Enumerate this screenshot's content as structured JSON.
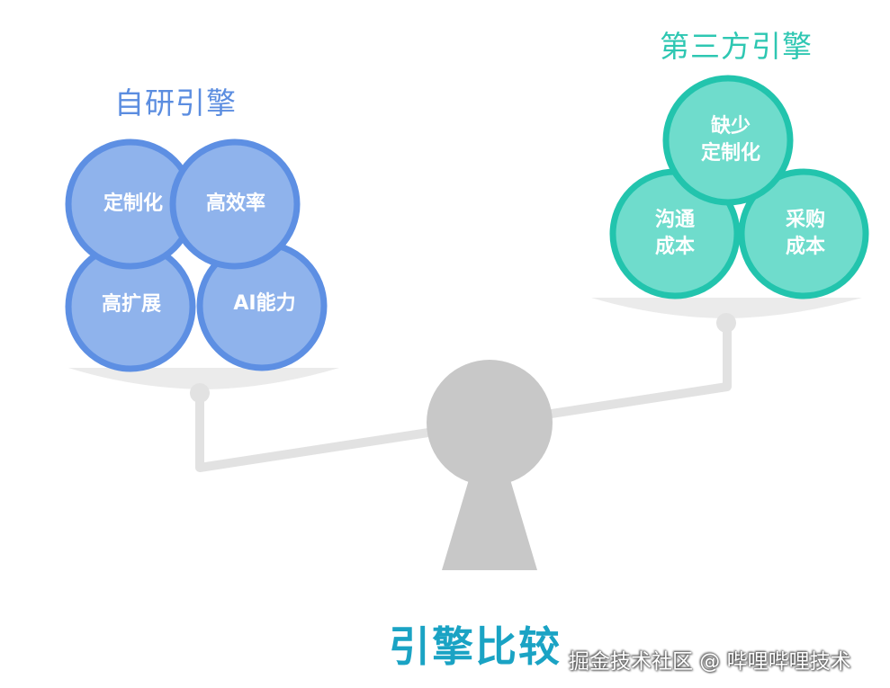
{
  "colors": {
    "self_fill": "#8fb3ec",
    "self_stroke": "#5d8fe3",
    "self_title": "#5b8de0",
    "third_fill": "#6fdccc",
    "third_stroke": "#22c4ad",
    "third_title": "#2ec7b2",
    "scale_gray": "#c8c8c8",
    "pan_gray": "#ececec",
    "main_title": "#1aa3c4"
  },
  "left": {
    "title": "自研引擎",
    "balls": [
      "定制化",
      "高效率",
      "高扩展",
      "AI能力"
    ]
  },
  "right": {
    "title": "第三方引擎",
    "balls": [
      [
        "缺少",
        "定制化"
      ],
      [
        "沟通",
        "成本"
      ],
      [
        "采购",
        "成本"
      ]
    ]
  },
  "main_title": "引擎比较",
  "watermark": "掘金技术社区 @ 哔哩哔哩技术"
}
